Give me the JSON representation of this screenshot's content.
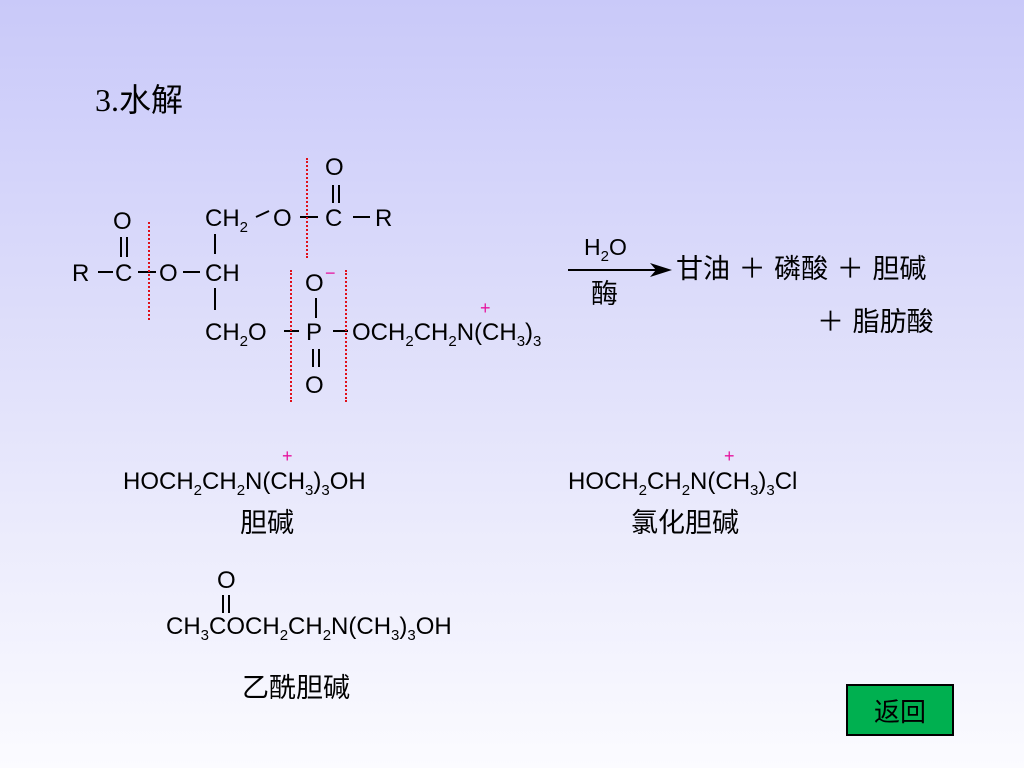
{
  "title": "3.水解",
  "atoms": {
    "o_top_right": "O",
    "ch2_top": "CH",
    "sub_2": "2",
    "o_top": "O",
    "c_top": "C",
    "r_top": "R",
    "o_left_carbonyl": "O",
    "r_left": "R",
    "c_left": "C",
    "o_left": "O",
    "ch_mid": "CH",
    "o_minus": "O",
    "minus_sign": "−",
    "ch2_bottom": "CH",
    "o_bottom": "O",
    "p": "P",
    "och2ch2n": "OCH",
    "ch2_n": "CH",
    "n": "N(CH",
    "sub_3": "3",
    "paren": ")",
    "o_bottom_p": "O",
    "n_plus": "+"
  },
  "reaction": {
    "reagent_top": "H",
    "reagent_top_sub": "2",
    "reagent_top_end": "O",
    "reagent_bottom": "酶",
    "products_line1": "甘油 ＋ 磷酸 ＋ 胆碱",
    "products_line2": "＋ 脂肪酸"
  },
  "compounds": {
    "choline": {
      "formula_parts": [
        "HOCH",
        "2",
        "CH",
        "2",
        "N(CH",
        "3",
        ")",
        "3",
        "OH"
      ],
      "charge": "+",
      "name": "胆碱"
    },
    "choline_chloride": {
      "formula_parts": [
        "HOCH",
        "2",
        "CH",
        "2",
        "N(CH",
        "3",
        ")",
        "3",
        "Cl"
      ],
      "charge": "+",
      "name": "氯化胆碱"
    },
    "acetylcholine": {
      "carbonyl_o": "O",
      "formula_parts": [
        "CH",
        "3",
        "COCH",
        "2",
        "CH",
        "2",
        "N(CH",
        "3",
        ")",
        "3",
        "OH"
      ],
      "name": "乙酰胆碱"
    }
  },
  "back_button": {
    "label": "返回"
  },
  "colors": {
    "cleavage_marks": "#e0101a",
    "charge": "#e6149e",
    "button": "#00b050"
  }
}
